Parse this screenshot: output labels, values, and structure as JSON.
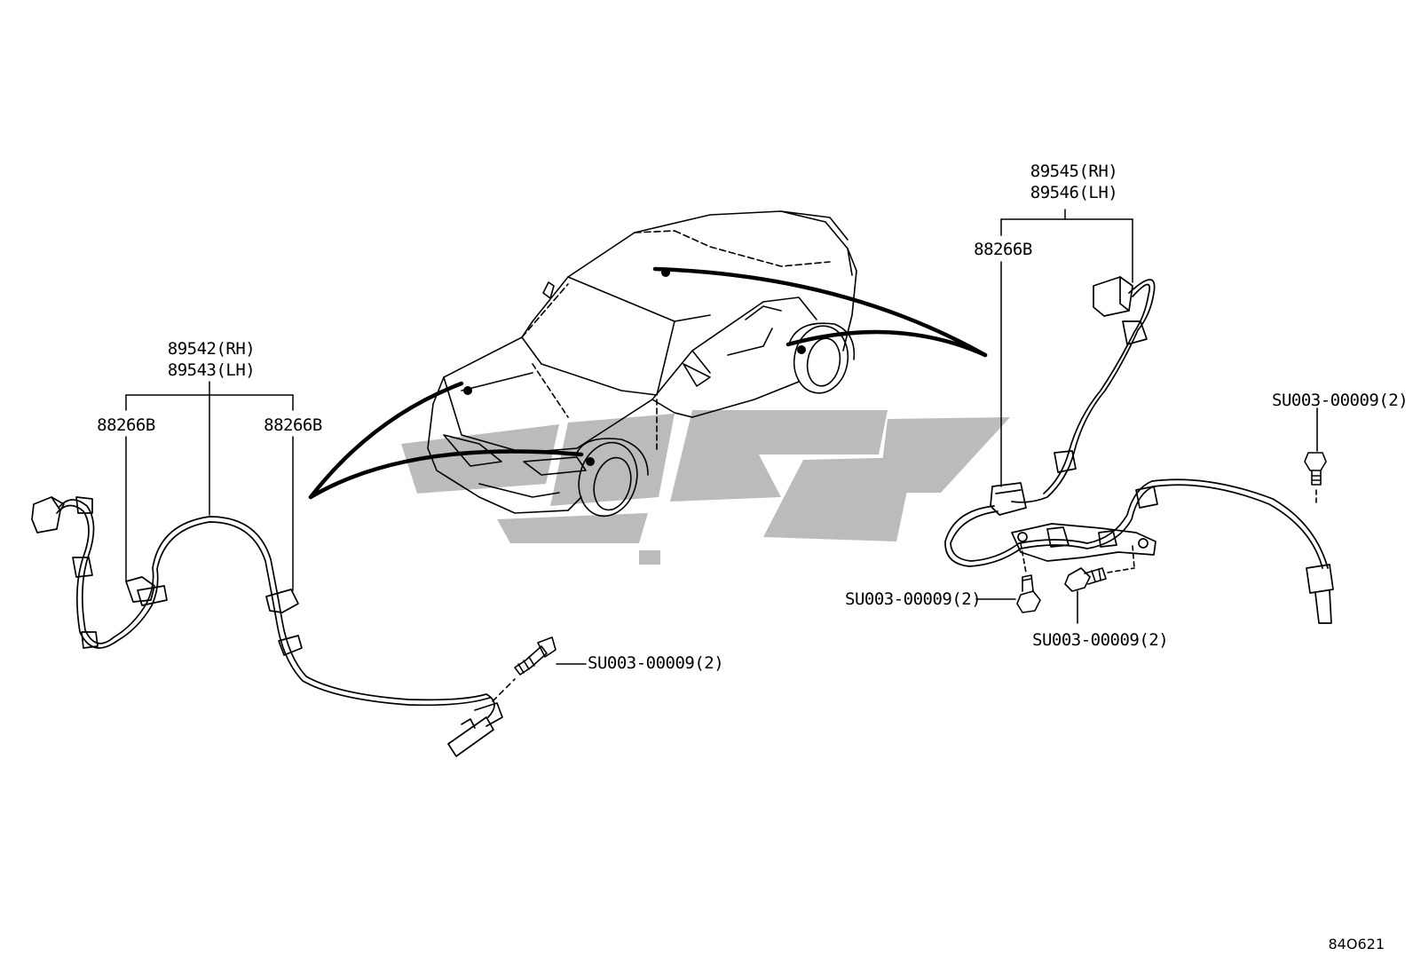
{
  "labels": {
    "front_rh": "89542(RH)",
    "front_lh": "89543(LH)",
    "rear_rh": "89545(RH)",
    "rear_lh": "89546(LH)",
    "clip_front_left": "88266B",
    "clip_front_right": "88266B",
    "clip_rear": "88266B",
    "bolt_front": "SU003-00009(2)",
    "bolt_rear_top": "SU003-00009(2)",
    "bolt_rear_mid": "SU003-00009(2)",
    "bolt_rear_bottom": "SU003-00009(2)",
    "figure_code": "84O621"
  },
  "watermark": {
    "color": "#b8b8b8"
  },
  "colors": {
    "line": "#000000",
    "background": "#ffffff"
  }
}
